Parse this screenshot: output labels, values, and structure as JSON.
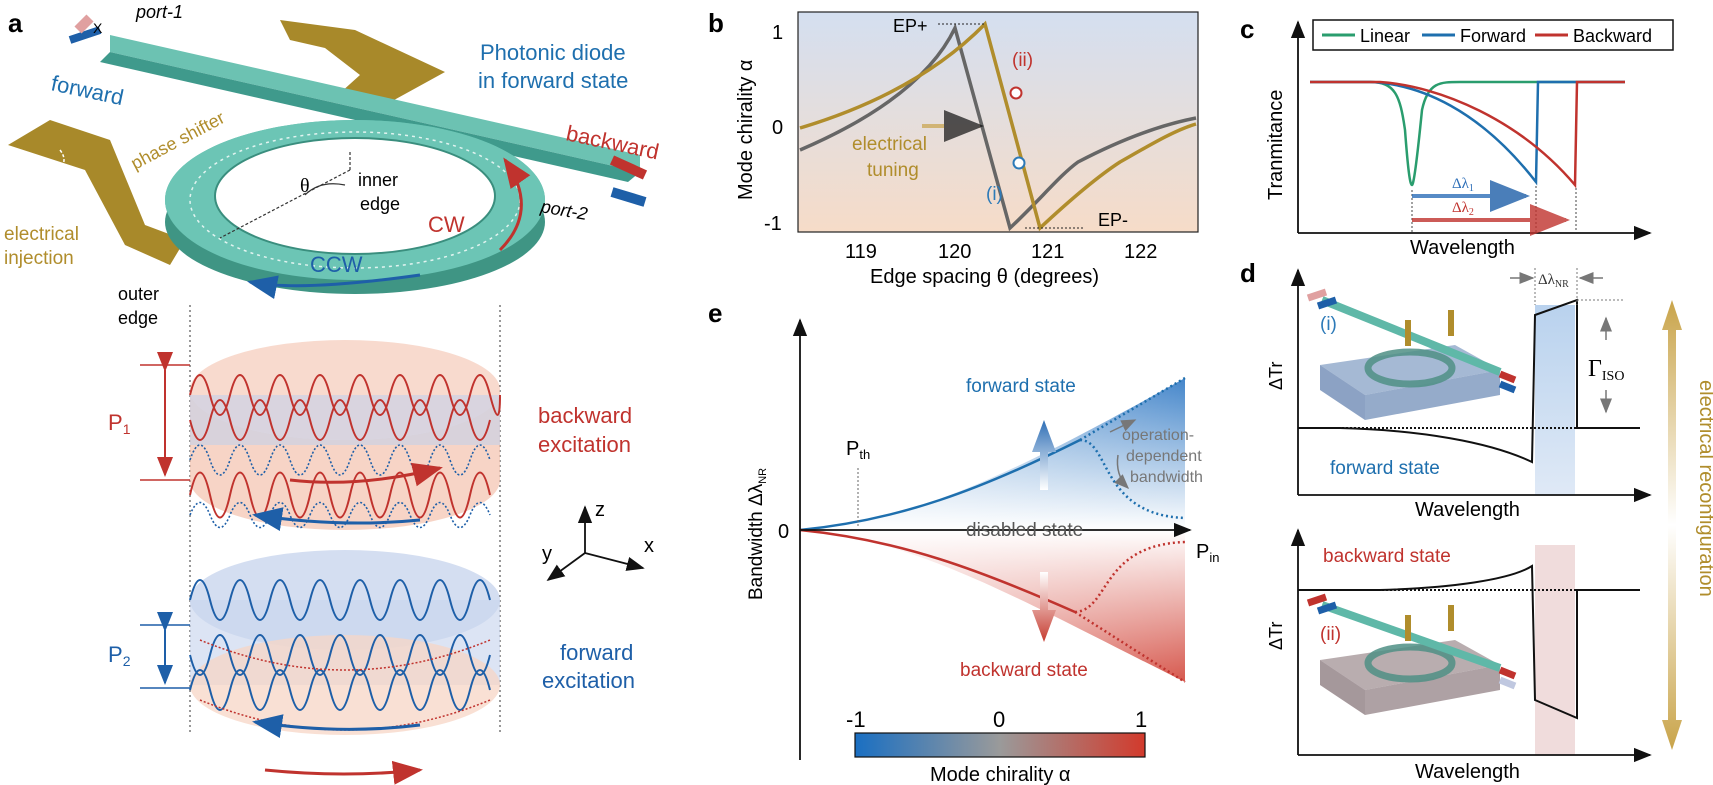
{
  "panel_labels": {
    "a": "a",
    "b": "b",
    "c": "c",
    "d": "d",
    "e": "e"
  },
  "panel_a": {
    "port1": "port-1",
    "port2": "port-2",
    "x_mark": "X",
    "forward": "forward",
    "backward": "backward",
    "title_line1": "Photonic diode",
    "title_line2": "in forward state",
    "phase_shifter": "phase shifter",
    "electrical_line1": "electrical",
    "electrical_line2": "injection",
    "theta": "θ",
    "inner_line1": "inner",
    "inner_line2": "edge",
    "cw": "CW",
    "ccw": "CCW",
    "outer_line1": "outer",
    "outer_line2": "edge",
    "p1": "P",
    "p1_sub": "1",
    "p2": "P",
    "p2_sub": "2",
    "backward_exc_line1": "backward",
    "backward_exc_line2": "excitation",
    "forward_exc_line1": "forward",
    "forward_exc_line2": "excitation",
    "axis_x": "x",
    "axis_y": "y",
    "axis_z": "z"
  },
  "panel_b": {
    "ylabel": "Mode chirality α",
    "xlabel": "Edge spacing θ (degrees)",
    "xticks": [
      "119",
      "120",
      "121",
      "122"
    ],
    "yticks": [
      "1",
      "0",
      "-1"
    ],
    "ep_plus": "EP+",
    "ep_minus": "EP-",
    "point_ii": "(ii)",
    "point_i": "(i)",
    "tuning_line1": "electrical",
    "tuning_line2": "tuning"
  },
  "panel_c": {
    "ylabel": "Tranmitance",
    "xlabel": "Wavelength",
    "legend": [
      "Linear",
      "Forward",
      "Backward"
    ],
    "dl1": "Δλ",
    "dl1_sub": "1",
    "dl2": "Δλ",
    "dl2_sub": "2"
  },
  "panel_d": {
    "ylabel_top": "ΔTr",
    "ylabel_bottom": "ΔTr",
    "xlabel_top": "Wavelength",
    "xlabel_bottom": "Wavelength",
    "dl_nr": "Δλ",
    "dl_nr_sub": "NR",
    "gamma": "Γ",
    "gamma_sub": "ISO",
    "state_i": "(i)",
    "state_ii": "(ii)",
    "forward_state": "forward state",
    "backward_state": "backward state",
    "reconfig": "electrical reconfiguration"
  },
  "panel_e": {
    "ylabel": "Bandwidth Δλ",
    "ylabel_sub": "NR",
    "zero": "0",
    "pth": "P",
    "pth_sub": "th",
    "pin": "P",
    "pin_sub": "in",
    "forward_state": "forward state",
    "backward_state": "backward state",
    "disabled_state": "disabled state",
    "opdep_line1": "operation-",
    "opdep_line2": "dependent",
    "opdep_line3": "bandwidth",
    "colorbar_min": "-1",
    "colorbar_mid": "0",
    "colorbar_max": "1",
    "colorbar_label": "Mode chirality α"
  },
  "colors": {
    "blue": "#1e6fae",
    "red": "#c0332e",
    "gold": "#b08d2c",
    "gray": "#666666",
    "green": "#2a9d6e",
    "teal": "#5fb8a8"
  }
}
